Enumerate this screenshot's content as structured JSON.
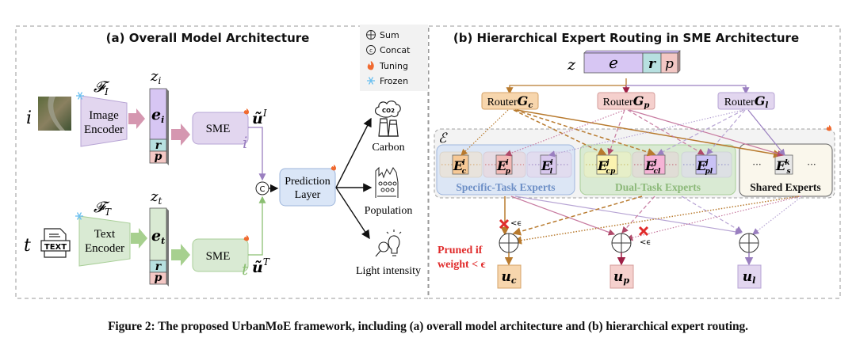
{
  "panel_a": {
    "title": "(a)  Overall Model Architecture",
    "legend": [
      {
        "icon": "sum-icon",
        "label": "Sum"
      },
      {
        "icon": "concat-icon",
        "label": "Concat"
      },
      {
        "icon": "fire-icon",
        "label": "Tuning"
      },
      {
        "icon": "snowflake-icon",
        "label": "Frozen"
      }
    ],
    "image_branch": {
      "input_symbol": "i",
      "encoder_symbol": "𝓕",
      "encoder_sub": "I",
      "encoder_line1": "Image",
      "encoder_line2": "Encoder",
      "z_symbol": "z",
      "z_sub": "i",
      "e_symbol": "e",
      "e_sub": "i",
      "r_symbol": "r",
      "p_symbol": "p",
      "sme_label": "SME",
      "sme_corner": "i",
      "u_symbol": "ũ",
      "u_sup": "I"
    },
    "text_branch": {
      "input_symbol": "t",
      "doc_label": "TEXT",
      "encoder_symbol": "𝓕",
      "encoder_sub": "T",
      "encoder_line1": "Text",
      "encoder_line2": "Encoder",
      "z_symbol": "z",
      "z_sub": "t",
      "e_symbol": "e",
      "e_sub": "t",
      "r_symbol": "r",
      "p_symbol": "p",
      "sme_label": "SME",
      "sme_corner": "t",
      "u_symbol": "ũ",
      "u_sup": "T"
    },
    "concat_symbol": "C",
    "prediction_line1": "Prediction",
    "prediction_line2": "Layer",
    "outputs": [
      {
        "icon": "carbon-icon",
        "label": "Carbon",
        "icon_text": "CO2"
      },
      {
        "icon": "population-icon",
        "label": "Population"
      },
      {
        "icon": "light-intensity-icon",
        "label": "Light intensity"
      }
    ]
  },
  "panel_b": {
    "title": "(b)  Hierarchical Expert Routing in SME Architecture",
    "z_symbol": "z",
    "z_parts": [
      "e",
      "r",
      "p"
    ],
    "routers": [
      {
        "label": "Router",
        "G": "G",
        "sub": "c"
      },
      {
        "label": "Router",
        "G": "G",
        "sub": "p"
      },
      {
        "label": "Router",
        "G": "G",
        "sub": "l"
      }
    ],
    "expert_pool_symbol": "ℰ",
    "groups": [
      {
        "label": "Specific-Task Experts",
        "experts": [
          {
            "E": "E",
            "sup": "i",
            "sub": "c"
          },
          {
            "E": "E",
            "sup": "i",
            "sub": "p"
          },
          {
            "E": "E",
            "sup": "i",
            "sub": "l"
          }
        ]
      },
      {
        "label": "Dual-Task Experts",
        "experts": [
          {
            "E": "E",
            "sup": "j",
            "sub": "cp"
          },
          {
            "E": "E",
            "sup": "j",
            "sub": "cl"
          },
          {
            "E": "E",
            "sup": "j",
            "sub": "pl"
          }
        ]
      },
      {
        "label": "Shared Experts",
        "experts": [
          {
            "E": "E",
            "sup": "k",
            "sub": "s"
          }
        ]
      }
    ],
    "ellipsis": "···",
    "prune_note_line1": "Pruned if",
    "prune_note_line2": "weight < ϵ",
    "prune_marks": [
      "<ϵ",
      "<ϵ"
    ],
    "outputs": [
      {
        "u": "u",
        "sub": "c"
      },
      {
        "u": "u",
        "sub": "p"
      },
      {
        "u": "u",
        "sub": "l"
      }
    ]
  },
  "colors": {
    "carbon": "#b87a2e",
    "population": "#b04a6a",
    "light": "#9a7fc0",
    "prune_red": "#e02b2b",
    "image_fill": "#e2d6ef",
    "text_fill": "#d9ead3",
    "pred_fill": "#dae6f7"
  },
  "caption": "Figure 2: The proposed UrbanMoE framework, including (a) overall model architecture and (b) hierarchical expert routing."
}
